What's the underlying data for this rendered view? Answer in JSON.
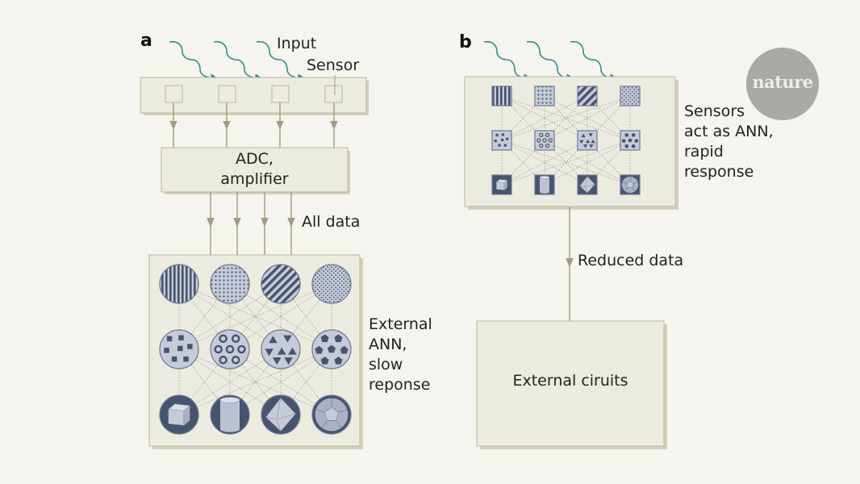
{
  "panels": {
    "a": {
      "letter": "a",
      "input_label": "Input",
      "sensor_label": "Sensor",
      "adc_line1": "ADC,",
      "adc_line2": "amplifier",
      "all_data_label": "All data",
      "ann_label": [
        "External",
        "ANN,",
        "slow",
        "reponse"
      ]
    },
    "b": {
      "letter": "b",
      "sensors_label": [
        "Sensors",
        "act as ANN,",
        "rapid",
        "response"
      ],
      "reduced_data_label": "Reduced data",
      "external_label": "External ciruits"
    }
  },
  "logo": {
    "text": "nature"
  },
  "colors": {
    "background": "#f5f4ee",
    "box_fill": "#ecebdf",
    "box_edge": "#b9b7a0",
    "box_shadow": "#d4d1bb",
    "arrow_line": "#9e9c85",
    "input_wave": "#2f8f8c",
    "node_dark": "#46546e",
    "node_light": "#c6cbd9",
    "logo_circle": "#aba9a3"
  },
  "ann_nodes": {
    "row1": [
      "vertical-stripes",
      "grid-dots",
      "diagonal-stripes",
      "fine-dots"
    ],
    "row2": [
      "squares",
      "rings",
      "triangles",
      "pentagons"
    ],
    "row3": [
      "cube",
      "cylinder",
      "octahedron",
      "dodecahedron"
    ]
  }
}
